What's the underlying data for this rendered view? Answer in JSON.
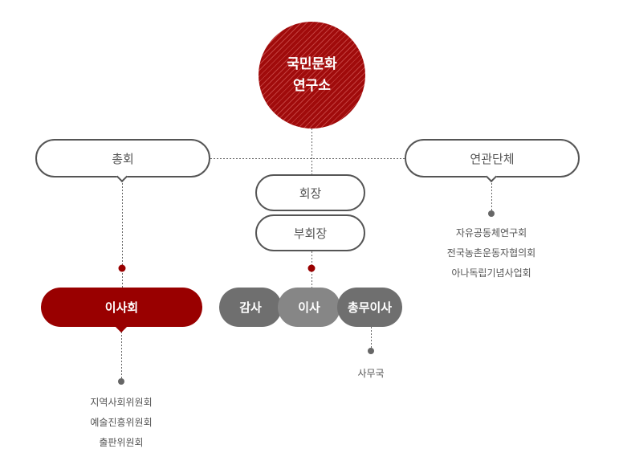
{
  "org_chart": {
    "root": {
      "line1": "국민문화",
      "line2": "연구소"
    },
    "general_assembly": {
      "label": "총회"
    },
    "affiliated_groups": {
      "label": "연관단체",
      "items": [
        "자유공동체연구회",
        "전국농촌운동자협의회",
        "아나독립기념사업회"
      ]
    },
    "chairman": {
      "label": "회장"
    },
    "vice_chairman": {
      "label": "부회장"
    },
    "officers": [
      {
        "label": "감사"
      },
      {
        "label": "이사"
      },
      {
        "label": "총무이사"
      }
    ],
    "secretariat": {
      "label": "사무국"
    },
    "board": {
      "label": "이사회",
      "committees": [
        "지역사회위원회",
        "예술진흥위원회",
        "출판위원회"
      ]
    }
  },
  "colors": {
    "root_red": "#a00b0b",
    "board_red": "#990000",
    "outline": "#555555",
    "officer_dark": "#6f6f6f",
    "officer_light": "#868686",
    "connector": "#666666",
    "dot_gray": "#666666",
    "dot_red": "#990000"
  }
}
